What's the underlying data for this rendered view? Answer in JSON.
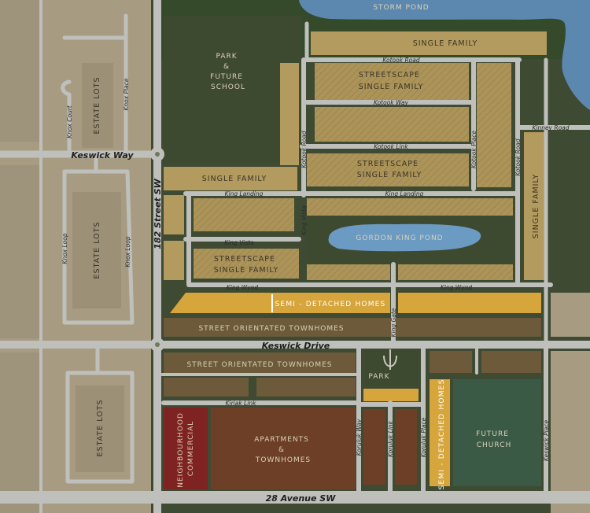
{
  "colors": {
    "background_fields": "#aa9e84",
    "park_green": "#3e4a30",
    "single_family": "#b39a5e",
    "streetscape": "#a8905a",
    "semi_detached": "#d6a53c",
    "townhomes": "#6c5a3a",
    "apartments": "#6d3f27",
    "commercial": "#7e2222",
    "church": "#3b5a45",
    "water": "#5c88b0",
    "road": "#bfc0bc"
  },
  "areas": {
    "storm_pond": "STORM POND",
    "park_future_school": [
      "PARK",
      "&",
      "FUTURE",
      "SCHOOL"
    ],
    "single_family_top": "SINGLE FAMILY",
    "streetscape_1": [
      "STREETSCAPE",
      "SINGLE FAMILY"
    ],
    "streetscape_2": [
      "STREETSCAPE",
      "SINGLE FAMILY"
    ],
    "single_family_mid": "SINGLE FAMILY",
    "single_family_right": "SINGLE FAMILY",
    "streetscape_3": [
      "STREETSCAPE",
      "SINGLE FAMILY"
    ],
    "gordon_king_pond": "GORDON KING POND",
    "semi_detached_1": "SEMI - DETACHED HOMES",
    "townhomes_1": "STREET ORIENTATED TOWNHOMES",
    "townhomes_2": "STREET ORIENTATED TOWNHOMES",
    "park_small": "PARK",
    "neighbourhood_commercial": [
      "NEIGHBOURHOOD",
      "COMMERCIAL"
    ],
    "apartments": [
      "APARTMENTS",
      "&",
      "TOWNHOMES"
    ],
    "semi_detached_2": "SEMI - DETACHED HOMES",
    "future_church": [
      "FUTURE",
      "CHURCH"
    ],
    "estate_lots_1": "ESTATE LOTS",
    "estate_lots_2": "ESTATE LOTS",
    "estate_lots_3": "ESTATE LOTS"
  },
  "roads": {
    "keswick_way": "Keswick Way",
    "street_182": "182 Street SW",
    "keswick_drive": "Keswick Drive",
    "avenue_28": "28 Avenue SW",
    "kotook_road_top": "Kotook Road",
    "kotook_way": "Kotook Way",
    "kotook_link": "Kotook Link",
    "kinney_road": "Kinney Road",
    "kotook_road_v": "Kotook Road",
    "kotook_place": "Kotook Place",
    "kotook_road_right": "Kotook Road",
    "king_landing_1": "King Landing",
    "king_landing_2": "King Landing",
    "king_vista_h": "King Vista",
    "king_vista_v": "King Vista",
    "king_wynd_1": "King Wynd",
    "king_wynd_2": "King Wynd",
    "king_gate": "King Gate",
    "knox_court": "Knox Court",
    "knox_place": "Knox Place",
    "knox_loop_1": "Knox Loop",
    "knox_loop_2": "Knox Loop",
    "kiriak_link": "Kiriak Link",
    "koruluk_way": "Koruluk Way",
    "koruluk_link": "Koruluk Link",
    "koruluk_place": "Koruluk Place",
    "keswick_place": "Keswick Place"
  }
}
